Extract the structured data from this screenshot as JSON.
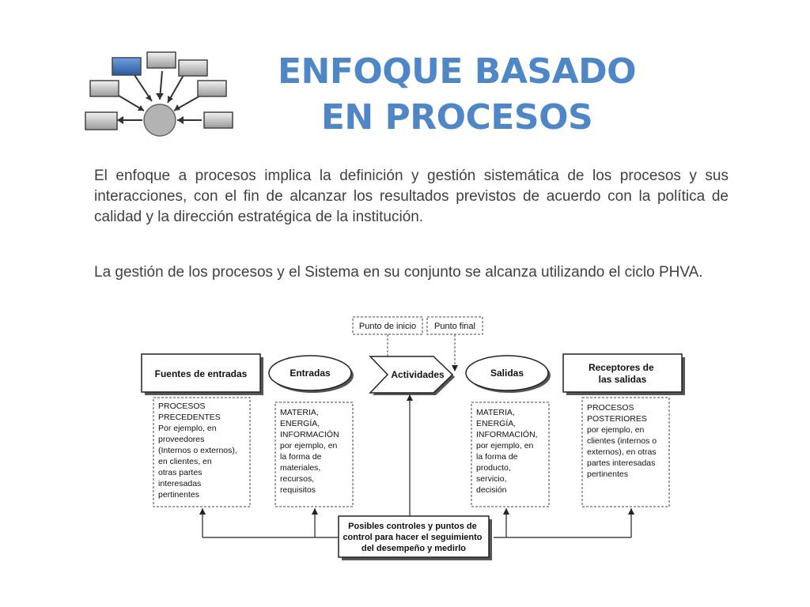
{
  "title": {
    "line1": "ENFOQUE BASADO",
    "line2": "EN PROCESOS"
  },
  "paragraphs": {
    "p1": "El enfoque a procesos implica la definición y gestión sistemática de los procesos y sus interacciones, con el fin de alcanzar los resultados previstos de acuerdo con la política de calidad y la dirección estratégica de la institución.",
    "p2": "La  gestión de los procesos y el Sistema en su conjunto se alcanza utilizando el ciclo PHVA."
  },
  "logo": {
    "icon": "process-network-icon",
    "accent_color": "#3a6fb5",
    "node_color": "#b3b3b3"
  },
  "diagram": {
    "punto_inicio": "Punto de inicio",
    "punto_final": "Punto final",
    "fuentes": "Fuentes de entradas",
    "entradas": "Entradas",
    "actividades": "Actividades",
    "salidas": "Salidas",
    "receptores": [
      "Receptores de",
      "las salidas"
    ],
    "fuentes_detail": [
      "PROCESOS",
      "PRECEDENTES",
      "Por ejemplo, en",
      "proveedores",
      "(Internos o externos),",
      "en clientes, en",
      "otras partes",
      "interesadas",
      "pertinentes"
    ],
    "entradas_detail": [
      "MATERIA,",
      "ENERGÍA,",
      "INFORMACIÓN",
      "por ejemplo, en",
      "la forma de",
      "materiales,",
      "recursos,",
      "requisitos"
    ],
    "salidas_detail": [
      "MATERIA,",
      "ENERGÍA,",
      "INFORMACIÓN,",
      "por ejemplo, en",
      "la forma de",
      "producto,",
      "servicio,",
      "decisión"
    ],
    "receptores_detail": [
      "PROCESOS",
      "POSTERIORES",
      "por ejemplo, en",
      "clientes (internos o",
      "externos), en otras",
      "partes interesadas",
      "pertinentes"
    ],
    "controles": [
      "Posibles controles y puntos de",
      "control para hacer el seguimiento",
      "del desempeño y medirlo"
    ]
  },
  "colors": {
    "title": "#4f86c6",
    "body_text": "#404040"
  }
}
